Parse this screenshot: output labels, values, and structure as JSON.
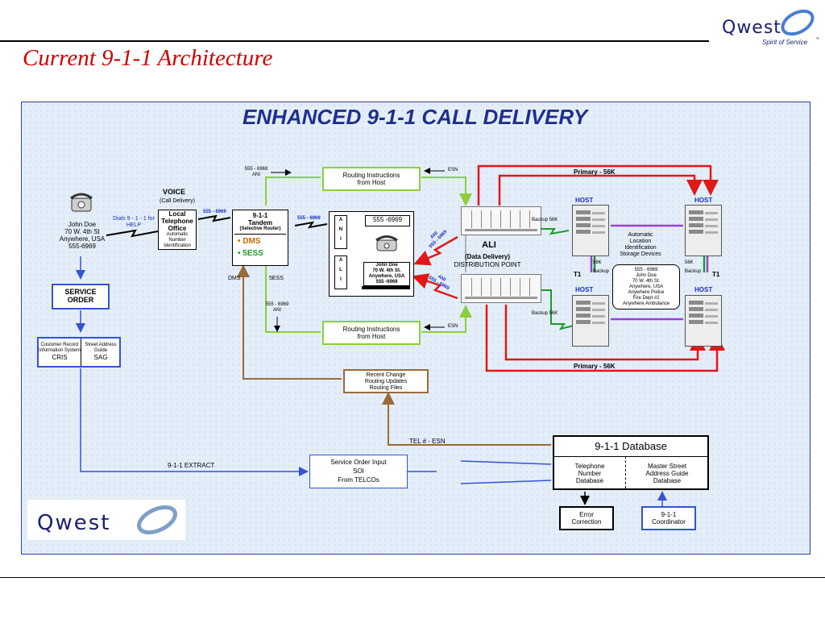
{
  "slide": {
    "title": "Current 9-1-1 Architecture",
    "logo_word": "Qwest",
    "logo_tagline": "Spirit of Service",
    "bottom_logo_word": "Qwest"
  },
  "diagram": {
    "title": "ENHANCED 9-1-1 CALL DELIVERY",
    "caller": {
      "name": "John Doe",
      "address1": "70 W. 4th St",
      "address2": "Anywhere, USA",
      "phone": "555-6969"
    },
    "dial_label": "Dials 9 - 1 - 1 for HELP",
    "voice_label": "VOICE",
    "call_delivery_label": "(Call Delivery)",
    "lto": {
      "line1": "Local",
      "line2": "Telephone",
      "line3": "Office",
      "sub1": "Automatic",
      "sub2": "Number",
      "sub3": "Identification"
    },
    "lto_to_tandem": "555 - 6969",
    "tandem": {
      "line1": "9-1-1",
      "line2": "Tandem",
      "line3": "(Selective Router)",
      "item1": "• DMS",
      "item2": "• 5ESS"
    },
    "dms_label": "DMS",
    "ess_label": "5ESS",
    "tandem_to_psap": "555 - 6969",
    "ani_top": {
      "num": "555 - 6969",
      "ani": "ANI"
    },
    "ani_bottom": {
      "num": "555 - 6969",
      "ani": "ANI"
    },
    "routing_top": {
      "line1": "Routing Instructions",
      "line2": "from Host"
    },
    "routing_bottom": {
      "line1": "Routing Instructions",
      "line2": "from Host"
    },
    "esn_top": "ESN",
    "esn_bottom": "ESN",
    "psap": {
      "ani_letters": [
        "A",
        "N",
        "I"
      ],
      "ali_letters": [
        "A",
        "L",
        "I"
      ],
      "display_number": "555 -6969",
      "ali_display": [
        "John Doe",
        "70 W. 4th St.",
        "Anywhere, USA",
        "555 -6969"
      ]
    },
    "ani_arrow_upper": {
      "line1": "ANI",
      "line2": "555 - 6969"
    },
    "ani_arrow_lower": {
      "line1": "ANI",
      "line2": "555 - 6969"
    },
    "ali_title": "ALI",
    "ali_sub1": "(Data Delivery)",
    "ali_sub2": "DISTRIBUTION POINT",
    "backup_top": "Backup 56K",
    "backup_bottom": "Backup 56K",
    "host_label": "HOST",
    "primary_top": "Primary  - 56K",
    "primary_bottom": "Primary  - 56K",
    "storage": {
      "line1": "Automatic",
      "line2": "Location",
      "line3": "Identification",
      "line4": "Storage Devices"
    },
    "storage_record": [
      "555 - 6969",
      "John Doe",
      "70 W. 4th St.",
      "Anywhere, USA",
      "Anywhere Police",
      "Fire Dept #2",
      "Anywhere Ambulance"
    ],
    "t1_left": "T1",
    "t1_right": "T1",
    "k56_left": "56K",
    "k56_right": "56K",
    "backup_left": "Backup",
    "backup_right": "Backup",
    "service_order": {
      "line1": "SERVICE",
      "line2": "ORDER"
    },
    "cris": {
      "small1": "Customer Record",
      "small2": "Information System",
      "big": "CRIS"
    },
    "sag": {
      "small1": "Street Address",
      "small2": "Guide",
      "big": "SAG"
    },
    "extract_label": "9-1-1 EXTRACT",
    "soi": {
      "line1": "Service Order Input",
      "line2": "SOI",
      "line3": "From TELCOs"
    },
    "recent_change": {
      "line1": "Recent Change",
      "line2": "Routing Updates",
      "line3": "Routing Files"
    },
    "tel_esn": "TEL #  - ESN",
    "database": {
      "title": "9-1-1 Database",
      "left1": "Telephone",
      "left2": "Number",
      "left3": "Database",
      "right1": "Master Street",
      "right2": "Address Guide",
      "right3": "Database"
    },
    "error_correction": {
      "line1": "Error",
      "line2": "Correction"
    },
    "coordinator": {
      "line1": "9-1-1",
      "line2": "Coordinator"
    }
  },
  "colors": {
    "title_red": "#d00000",
    "diagram_blue": "#1f2f8f",
    "route_green": "#8ccf3a",
    "link_red": "#e01818",
    "data_green": "#1f9a2a",
    "storage_purple": "#9a40d8",
    "routing_brown": "#9a6a3a",
    "flow_blue": "#3552d8"
  }
}
